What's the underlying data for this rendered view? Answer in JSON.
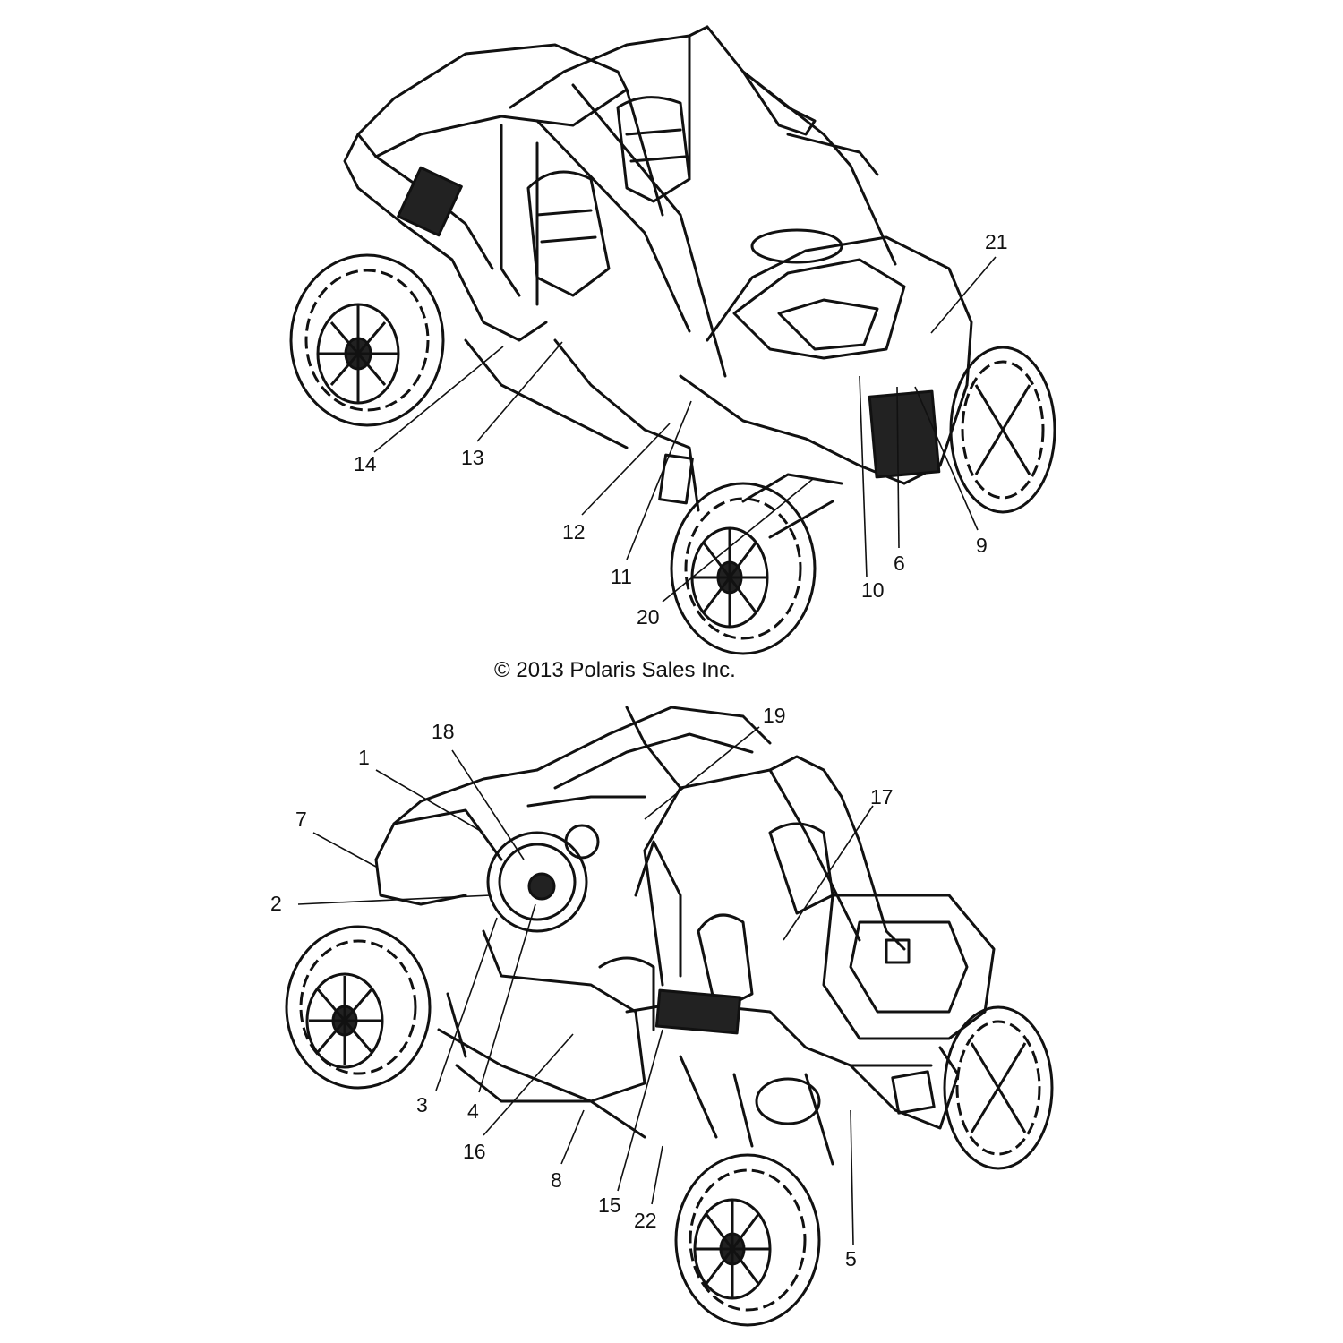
{
  "copyright": "© 2013 Polaris Sales Inc.",
  "top_view": {
    "callouts": [
      "21",
      "14",
      "13",
      "12",
      "11",
      "20",
      "10",
      "6",
      "9"
    ]
  },
  "bottom_view": {
    "callouts": [
      "19",
      "18",
      "1",
      "7",
      "17",
      "2",
      "3",
      "4",
      "16",
      "8",
      "15",
      "22",
      "5"
    ]
  },
  "colors": {
    "line": "#111111",
    "background": "#ffffff"
  }
}
